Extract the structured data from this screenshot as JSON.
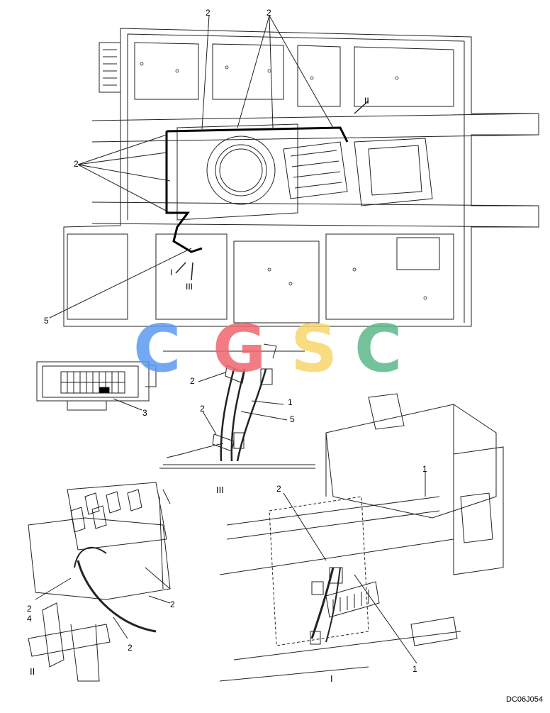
{
  "drawing": {
    "code": "DC06J054",
    "watermark": {
      "text": "CGSC",
      "letters": [
        "C",
        "G",
        "S",
        "C"
      ],
      "colors": [
        "#5b9bf0",
        "#f0666e",
        "#f8d56a",
        "#5cb88a"
      ]
    },
    "labels": {
      "top_2a": "2",
      "top_2b": "2",
      "left_2": "2",
      "left_5": "5",
      "arrow_I": "I",
      "arrow_II": "II",
      "arrow_III": "III",
      "fuse_3": "3",
      "d3_2a": "2",
      "d3_2b": "2",
      "d3_1": "1",
      "d3_5": "5",
      "d3_title": "III",
      "d2_2a": "2",
      "d2_4": "4",
      "d2_2b": "2",
      "d2_2c": "2",
      "d2_title": "II",
      "d1_2": "2",
      "d1_1a": "1",
      "d1_1b": "1",
      "d1_title": "I"
    }
  }
}
